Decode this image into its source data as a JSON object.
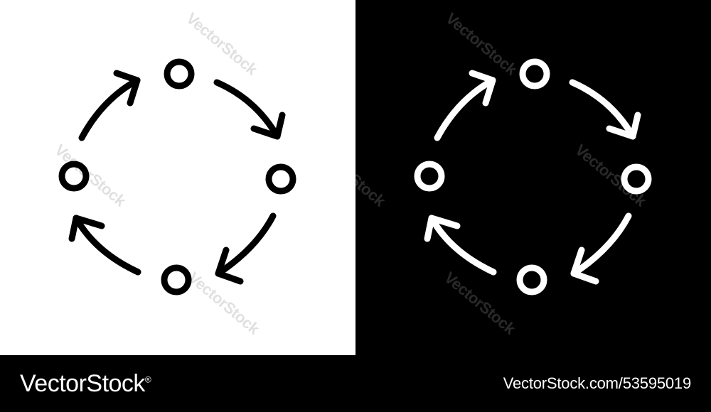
{
  "colors": {
    "left_background": "#ffffff",
    "left_foreground": "#000000",
    "right_background": "#000000",
    "right_foreground": "#ffffff",
    "footer_background": "#000000",
    "footer_text": "#ffffff",
    "watermark_on_light": "rgba(0,0,0,0.12)",
    "watermark_on_dark": "rgba(255,255,255,0.16)"
  },
  "icon": {
    "name": "cycle-arrows-icon",
    "nodes": 4,
    "arrows": 4
  },
  "watermark": {
    "text": "VectorStock"
  },
  "footer": {
    "brand": "VectorStock",
    "brand_registered": "®",
    "image_id": "VectorStock.com/53595019"
  }
}
